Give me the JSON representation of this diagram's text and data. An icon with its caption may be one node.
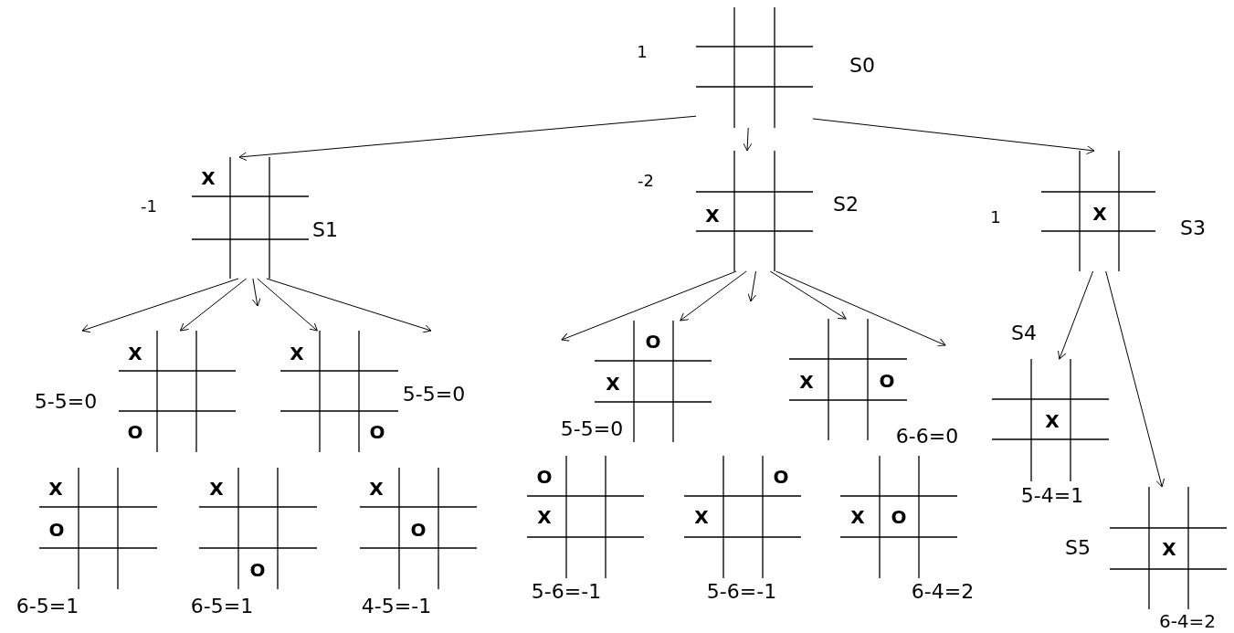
{
  "diagram": {
    "nodes": [
      {
        "text": [],
        "shape": "grid",
        "beside": [
          "1",
          "S0"
        ]
      },
      {
        "text": [
          "X"
        ],
        "beside": [
          "-1",
          "S1"
        ]
      },
      {
        "text": [
          "X"
        ],
        "beside": [
          "-2",
          "S2"
        ]
      },
      {
        "text": [
          "X"
        ],
        "beside": [
          "1",
          "S3"
        ]
      },
      {
        "text": [
          "X",
          "O"
        ],
        "beside": [
          "5-5=0"
        ]
      },
      {
        "text": [
          "X",
          "O"
        ],
        "beside": [
          "5-5=0"
        ]
      },
      {
        "text": [
          "O",
          "X"
        ],
        "beside": [
          "5-5=0"
        ]
      },
      {
        "text": [
          "X",
          "O"
        ],
        "beside": [
          "6-6=0"
        ]
      },
      {
        "text": [
          "X"
        ],
        "beside": [
          "S4",
          "5-4=1"
        ]
      },
      {
        "text": [
          "X",
          "O"
        ],
        "beside": [
          "6-5=1"
        ]
      },
      {
        "text": [
          "X",
          "O"
        ],
        "beside": [
          "6-5=1"
        ]
      },
      {
        "text": [
          "X",
          "O"
        ],
        "beside": [
          "4-5=-1"
        ]
      },
      {
        "text": [
          "O",
          "X"
        ],
        "beside": [
          "5-6=-1"
        ]
      },
      {
        "text": [
          "O",
          "X"
        ],
        "beside": [
          "5-6=-1"
        ]
      },
      {
        "text": [
          "X",
          "O"
        ],
        "beside": [
          "6-4=2"
        ]
      },
      {
        "text": [
          "X"
        ],
        "beside": [
          "S5",
          "6-4=2"
        ]
      }
    ],
    "edges": [
      {
        "from": 0,
        "to": 1,
        "arrow": "to"
      },
      {
        "from": 0,
        "to": 2,
        "arrow": "to"
      },
      {
        "from": 0,
        "to": 3,
        "arrow": "to"
      },
      {
        "from": 1,
        "to": null,
        "arrow": "to"
      },
      {
        "from": 1,
        "to": 4,
        "arrow": "to"
      },
      {
        "from": 1,
        "to": null,
        "arrow": "to"
      },
      {
        "from": 1,
        "to": 5,
        "arrow": "to"
      },
      {
        "from": 1,
        "to": null,
        "arrow": "to"
      },
      {
        "from": 2,
        "to": null,
        "arrow": "to"
      },
      {
        "from": 2,
        "to": 6,
        "arrow": "to"
      },
      {
        "from": 2,
        "to": null,
        "arrow": "to"
      },
      {
        "from": 2,
        "to": 7,
        "arrow": "to"
      },
      {
        "from": 2,
        "to": null,
        "arrow": "to"
      },
      {
        "from": 3,
        "to": 8,
        "arrow": "to"
      },
      {
        "from": 3,
        "to": 15,
        "arrow": "to"
      }
    ]
  }
}
